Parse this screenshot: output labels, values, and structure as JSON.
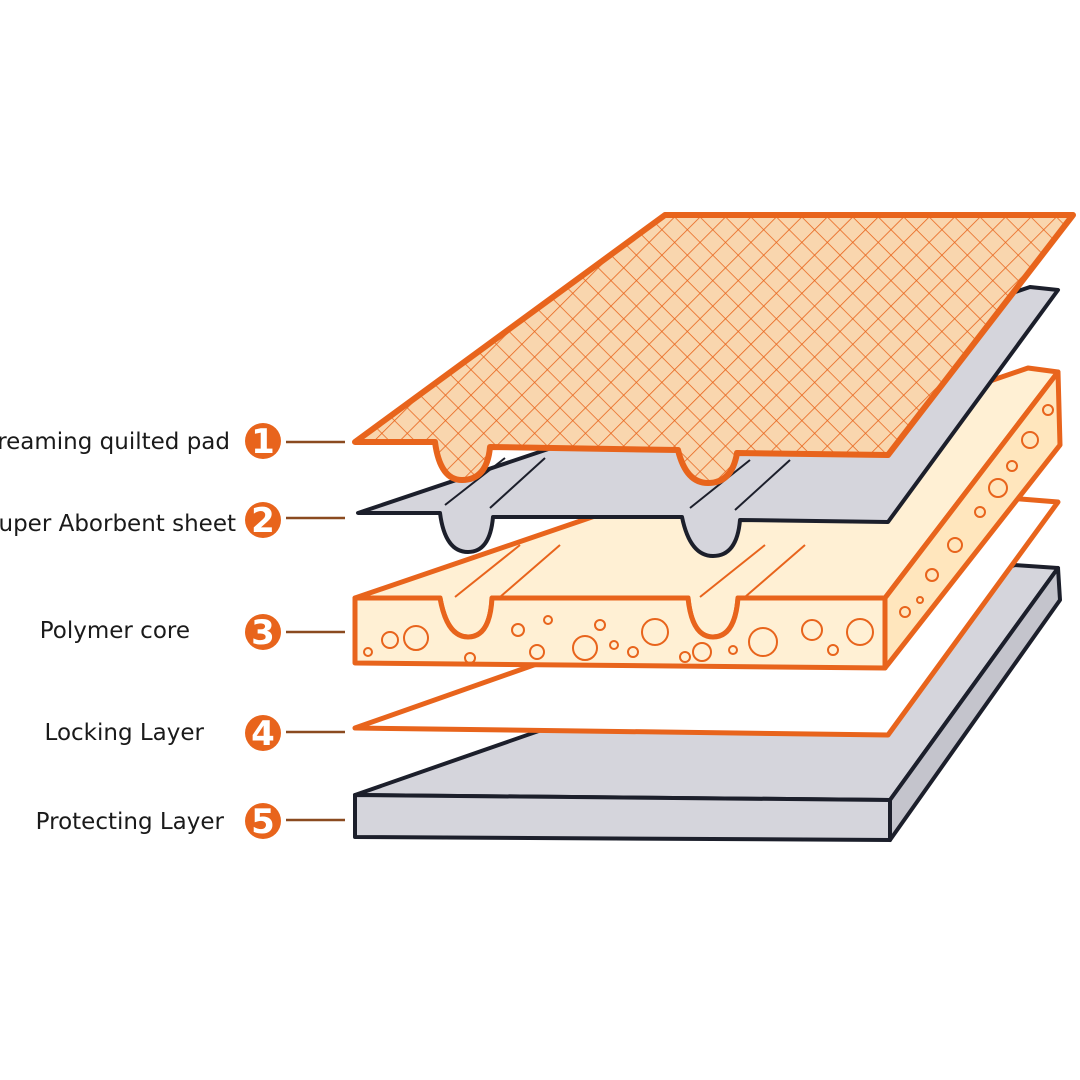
{
  "colors": {
    "accent_orange": "#e8641c",
    "pad_fill": "#f9d6ae",
    "sheet_gray": "#d5d5dc",
    "sheet_outline": "#1c1f2b",
    "core_fill": "#fff0d4",
    "locking_fill": "#ffffff",
    "number_text": "#ffffff",
    "label_text": "#1a1a1a"
  },
  "layers": [
    {
      "number": "1",
      "label": "Anti streaming quilted pad"
    },
    {
      "number": "2",
      "label": "Super Aborbent sheet"
    },
    {
      "number": "3",
      "label": "Polymer core"
    },
    {
      "number": "4",
      "label": "Locking Layer"
    },
    {
      "number": "5",
      "label": "Protecting Layer"
    }
  ]
}
